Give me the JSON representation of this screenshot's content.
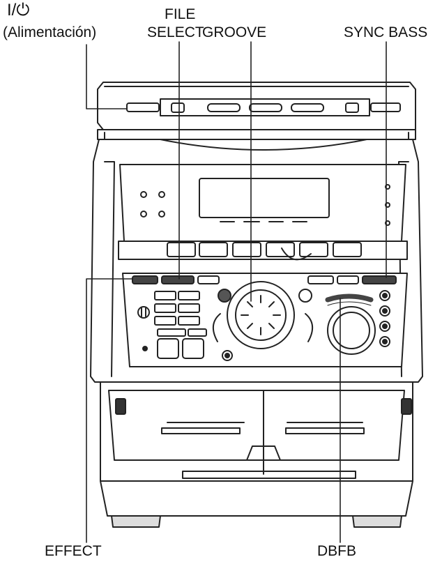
{
  "labels": {
    "power_symbol": "I/⏻",
    "power": "(Alimentación)",
    "file_line1": "FILE",
    "file_line2": "SELECT",
    "groove": "GROOVE",
    "sync_bass": "SYNC BASS",
    "effect": "EFFECT",
    "dbfb": "DBFB"
  },
  "colors": {
    "stroke": "#222222",
    "fill": "#ffffff",
    "shade": "#e6e6e6",
    "dark": "#333333"
  }
}
